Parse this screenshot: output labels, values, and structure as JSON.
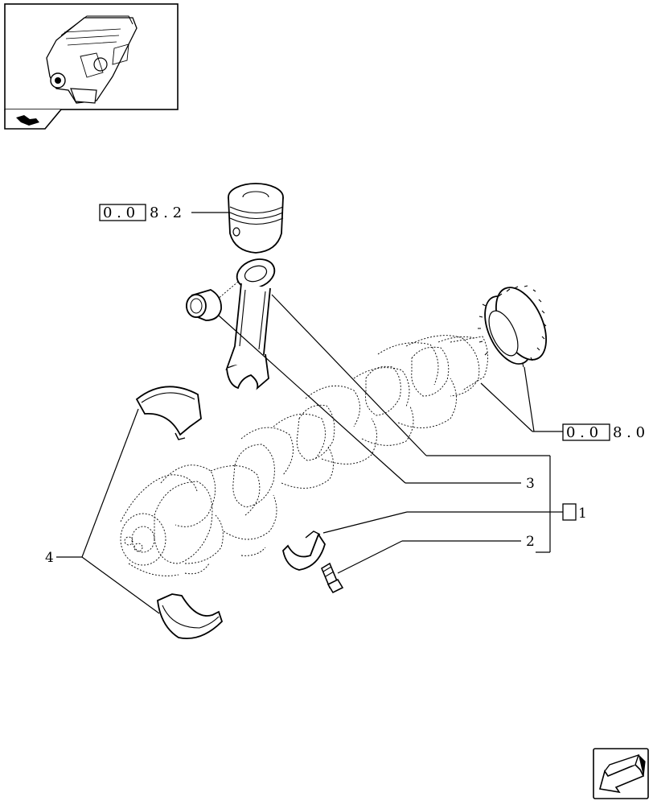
{
  "refs": {
    "top": {
      "boxed": "0 . 0",
      "tail": "8 . 2"
    },
    "right": {
      "boxed": "0 . 0",
      "tail": "8 . 0"
    }
  },
  "callouts": {
    "c1": "1",
    "c2": "2",
    "c3": "3",
    "c4": "4"
  },
  "icons": {
    "thumbnail": "engine-thumbnail-icon",
    "view": "view-icon",
    "nav": "next-page-arrow-icon"
  }
}
